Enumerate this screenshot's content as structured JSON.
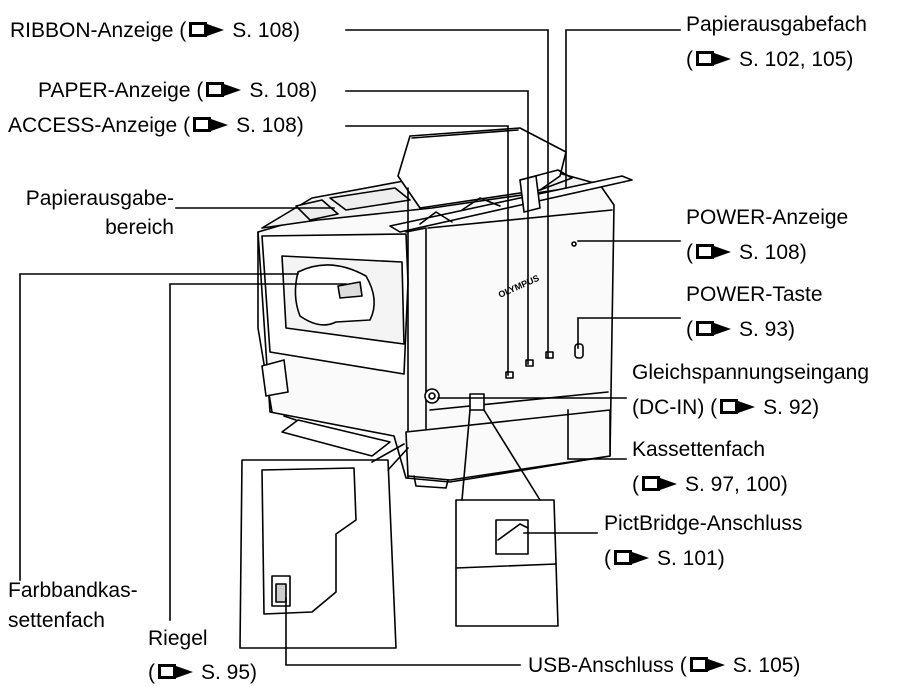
{
  "callouts": {
    "ribbon": {
      "name": "RIBBON-Anzeige (",
      "ref": "S. 108)"
    },
    "paper": {
      "name": "PAPER-Anzeige (",
      "ref": "S. 108)"
    },
    "access": {
      "name": "ACCESS-Anzeige (",
      "ref": "S. 108)"
    },
    "output_area": {
      "line1": "Papierausgabe-",
      "line2": "bereich"
    },
    "ribbon_compartment": {
      "line1": "Farbbandkas-",
      "line2": "settenfach"
    },
    "latch": {
      "line1": "Riegel",
      "open": "(",
      "ref": "S. 95)"
    },
    "output_tray": {
      "line1": "Papierausgabefach",
      "open": "(",
      "ref": "S. 102, 105)"
    },
    "power_indicator": {
      "line1": "POWER-Anzeige",
      "open": "(",
      "ref": "S. 108)"
    },
    "power_button": {
      "line1": "POWER-Taste",
      "open": "(",
      "ref": "S. 93)"
    },
    "dc_in": {
      "line1": "Gleichspannungseingang",
      "line2_prefix": "(DC-IN) (",
      "ref": "S. 92)"
    },
    "cassette": {
      "line1": "Kassettenfach",
      "open": "(",
      "ref": "S. 97, 100)"
    },
    "pictbridge": {
      "line1": "PictBridge-Anschluss",
      "open": "(",
      "ref": "S. 101)"
    },
    "usb": {
      "name": "USB-Anschluss (",
      "ref": "S. 105)"
    }
  },
  "printer": {
    "brand": "OLYMPUS"
  },
  "icon": "manual-reference-icon"
}
